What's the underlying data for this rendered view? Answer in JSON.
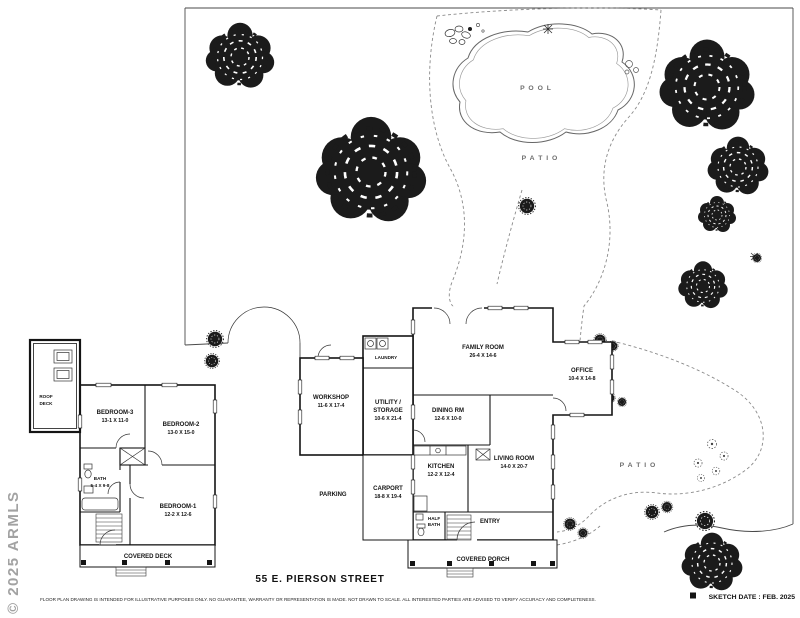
{
  "footer": {
    "title": "55 E. PIERSON STREET",
    "disclaimer": "FLOOR PLAN DRAWING IS INTENDED FOR ILLUSTRATIVE PURPOSES ONLY. NO GUARANTEE, WARRANTY OR REPRESENTATION IS MADE. NOT DRAWN TO SCALE. ALL INTERESTED PARTIES ARE ADVISED TO VERIFY ACCURACY AND COMPLETENESS.",
    "sketch_date": "SKETCH DATE : FEB. 2025",
    "watermark": "© 2025 ARMLS"
  },
  "site": {
    "pool": "P O O L",
    "patio_upper": "P A T I O",
    "patio_right": "P A T I O",
    "parking": "PARKING"
  },
  "main_house": {
    "family_room": {
      "name": "FAMILY ROOM",
      "dims": "26-4 X 14-6"
    },
    "office": {
      "name": "OFFICE",
      "dims": "10-4 X 14-8"
    },
    "laundry": {
      "name": "LAUNDRY"
    },
    "utility": {
      "name1": "UTILITY /",
      "name2": "STORAGE",
      "dims": "10-6 X 21-4"
    },
    "workshop": {
      "name": "WORKSHOP",
      "dims": "11-6 X 17-4"
    },
    "dining": {
      "name": "DINING RM",
      "dims": "12-6 X 10-0"
    },
    "kitchen": {
      "name": "KITCHEN",
      "dims": "12-2 X 12-4"
    },
    "living": {
      "name": "LIVING ROOM",
      "dims": "14-0 X 20-7"
    },
    "carport": {
      "name": "CARPORT",
      "dims": "18-8 X 19-4"
    },
    "half_bath": {
      "name1": "HALF",
      "name2": "BATH"
    },
    "entry": {
      "name": "ENTRY"
    },
    "covered_porch": {
      "name": "COVERED PORCH"
    }
  },
  "guest_house": {
    "roof_deck": {
      "name1": "ROOF",
      "name2": "DECK"
    },
    "bedroom3": {
      "name": "BEDROOM-3",
      "dims": "13-1 X 11-0"
    },
    "bedroom2": {
      "name": "BEDROOM-2",
      "dims": "13-0 X 15-0"
    },
    "bath": {
      "name": "BATH",
      "dims": "5-4 X 9-8"
    },
    "bedroom1": {
      "name": "BEDROOM-1",
      "dims": "12-2 X 12-6"
    },
    "covered_deck": {
      "name": "COVERED DECK"
    }
  }
}
